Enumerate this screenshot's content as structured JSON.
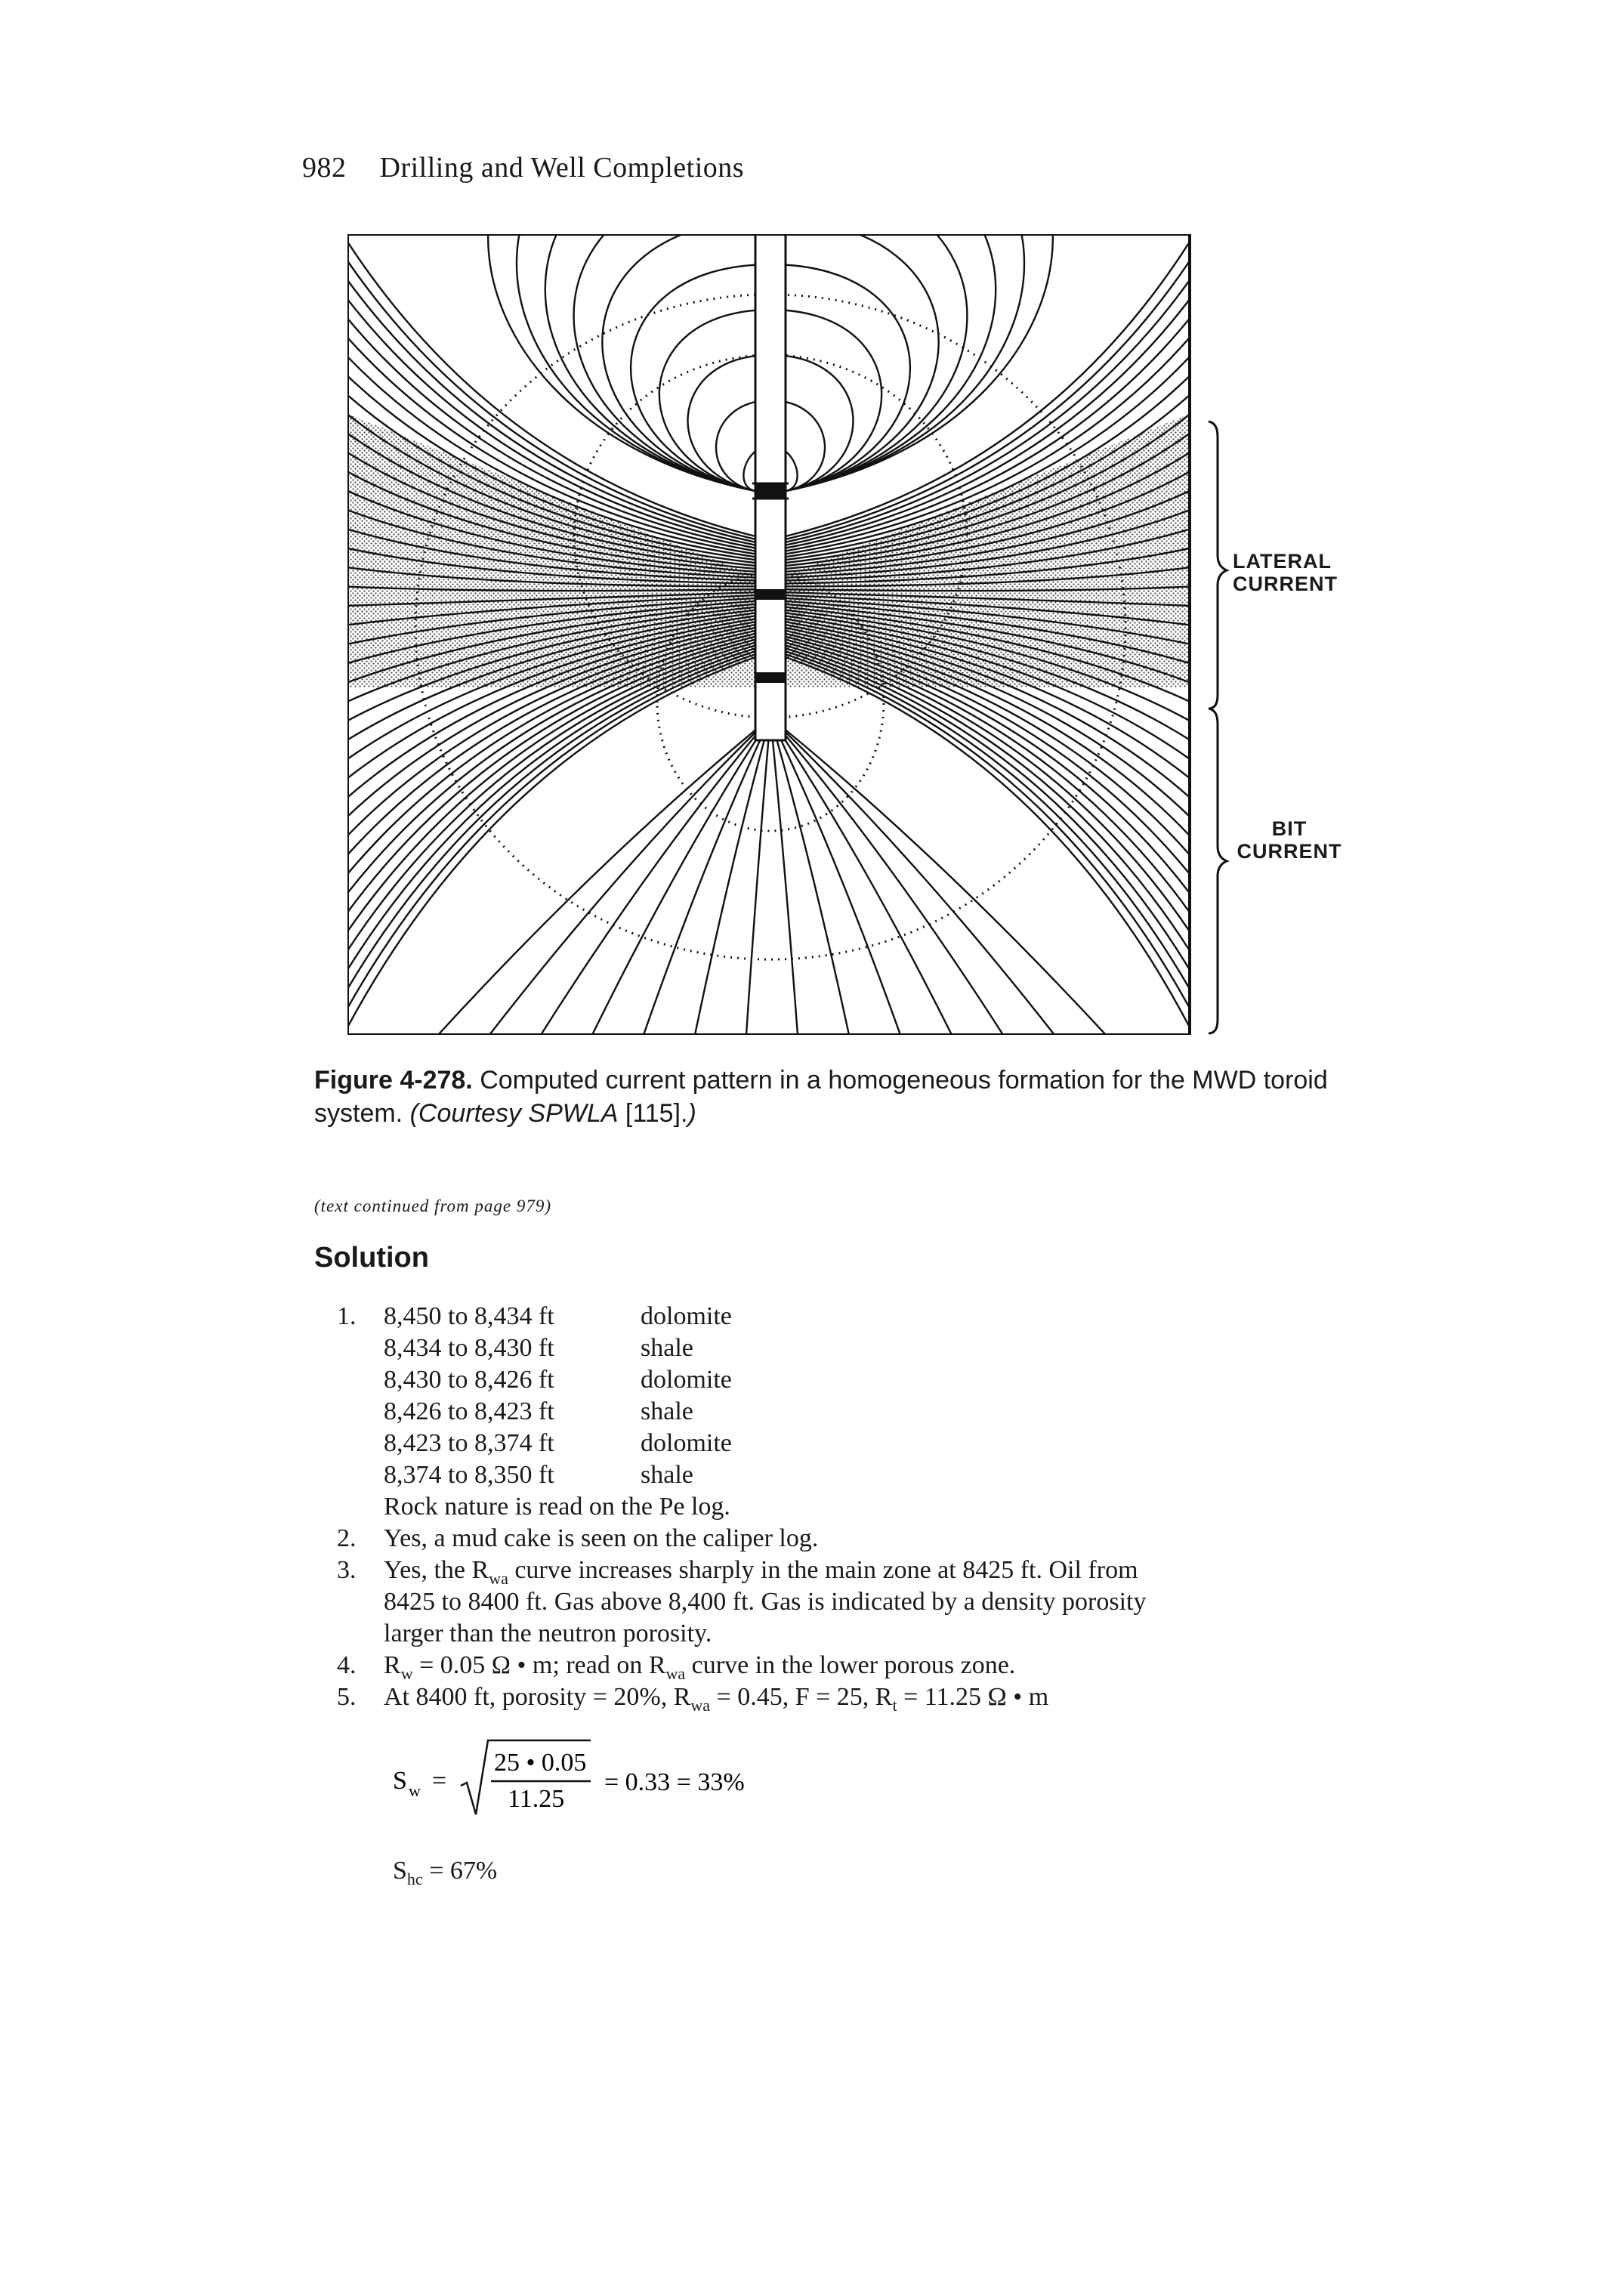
{
  "page": {
    "number": "982",
    "running_title": "Drilling and Well Completions"
  },
  "figure": {
    "lateral_label_1": "LATERAL",
    "lateral_label_2": "CURRENT",
    "bit_label_1": "BIT",
    "bit_label_2": "CURRENT",
    "caption_label": "Figure 4-278.",
    "caption_text": " Computed current pattern in a homogeneous formation for the MWD toroid system. ",
    "caption_courtesy": "(Courtesy SPWLA",
    "caption_ref": " [115].",
    "caption_close": ")"
  },
  "continued_note": "(text continued from page 979)",
  "solution": {
    "title": "Solution",
    "item1_num": "1.",
    "intervals": [
      {
        "from": "8,450",
        "to": "8,434",
        "unit": "ft",
        "rock": "dolomite"
      },
      {
        "from": "8,434",
        "to": "8,430",
        "unit": "ft",
        "rock": "shale"
      },
      {
        "from": "8,430",
        "to": "8,426",
        "unit": "ft",
        "rock": "dolomite"
      },
      {
        "from": "8,426",
        "to": "8,423",
        "unit": "ft",
        "rock": "shale"
      },
      {
        "from": "8,423",
        "to": "8,374",
        "unit": "ft",
        "rock": "dolomite"
      },
      {
        "from": "8,374",
        "to": "8,350",
        "unit": "ft",
        "rock": "shale"
      }
    ],
    "rock_note": "Rock nature is read on the Pe log.",
    "item2_num": "2.",
    "item2": "Yes, a mud cake is seen on the caliper log.",
    "item3_num": "3.",
    "item3_a": "Yes, the R",
    "item3_a_sub": "wa",
    "item3_b": " curve increases sharply in the main zone at 8425 ft. Oil from",
    "item3_c": "8425 to 8400 ft. Gas above 8,400 ft. Gas is indicated by a density porosity",
    "item3_d": "larger than the neutron porosity.",
    "item4_num": "4.",
    "item4_a": "R",
    "item4_a_sub": "w",
    "item4_b": " = 0.05 Ω • m; read on R",
    "item4_b_sub": "wa",
    "item4_c": " curve in the lower porous zone.",
    "item5_num": "5.",
    "item5_a": "At 8400 ft, porosity = 20%, R",
    "item5_a_sub": "wa",
    "item5_b": " = 0.45, F = 25, R",
    "item5_b_sub": "t",
    "item5_c": " = 11.25 Ω • m",
    "sw_symbol": "S",
    "sw_sub": "w",
    "sw_eq": "=",
    "sw_numerator": "25 • 0.05",
    "sw_denominator": "11.25",
    "sw_result": "= 0.33 = 33%",
    "shc_symbol": "S",
    "shc_sub": "hc",
    "shc_value": "= 67%"
  }
}
